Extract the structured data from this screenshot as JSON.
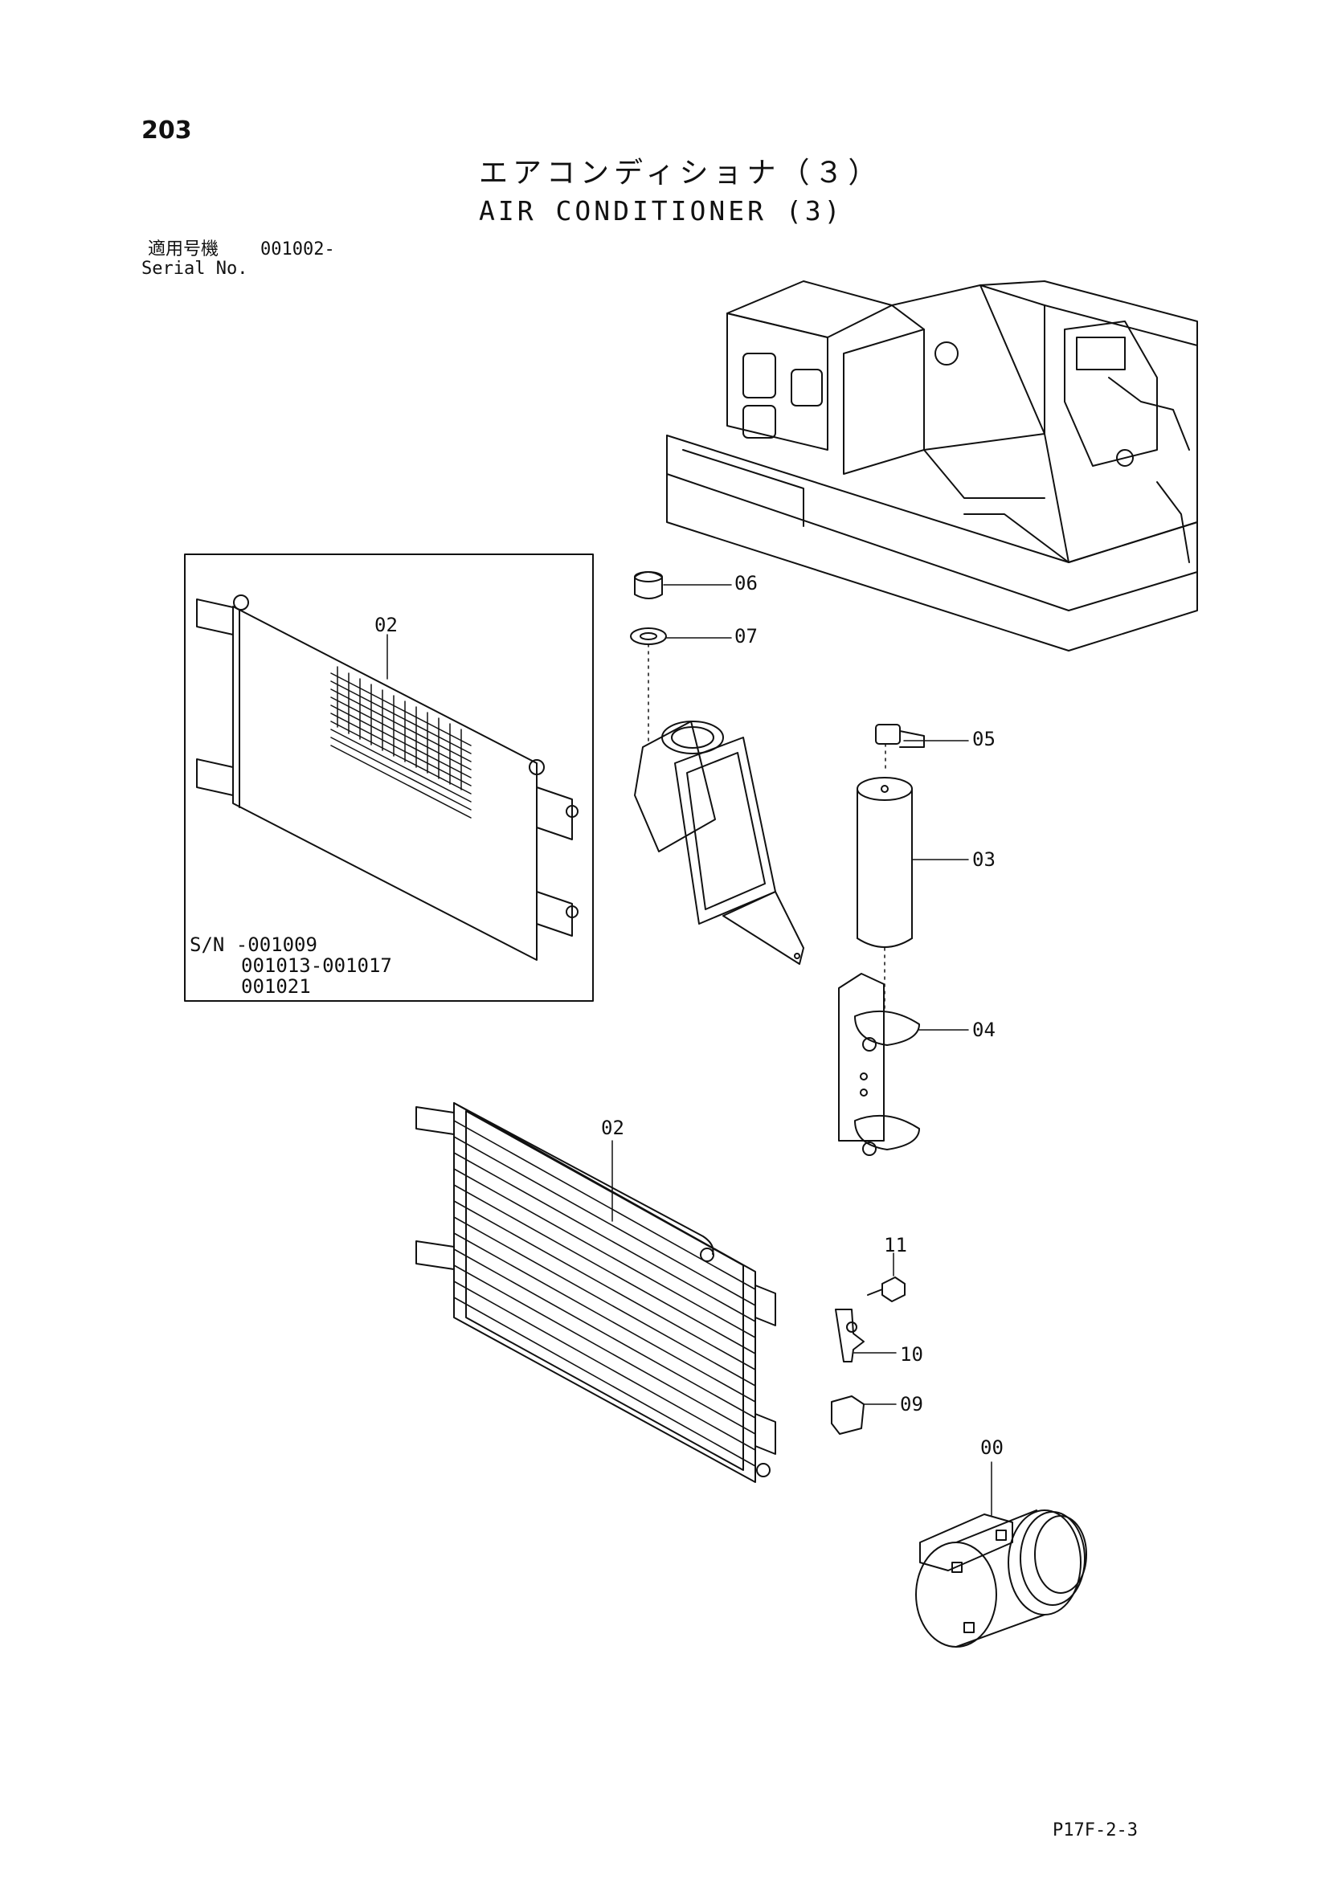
{
  "header": {
    "page_number": "203",
    "title_jp": "エアコンディショナ（３）",
    "title_en": "AIR CONDITIONER (3)",
    "serial_label_jp": "適用号機",
    "serial_value": "001002-",
    "serial_label_en": "Serial No."
  },
  "inset": {
    "serial_lines": [
      "S/N -001009",
      "001013-001017",
      "001021"
    ]
  },
  "callouts": {
    "c00": "00",
    "c02_inset": "02",
    "c02_main": "02",
    "c03": "03",
    "c04": "04",
    "c05": "05",
    "c06": "06",
    "c07": "07",
    "c09": "09",
    "c10": "10",
    "c11": "11"
  },
  "footer": {
    "code": "P17F-2-3"
  }
}
